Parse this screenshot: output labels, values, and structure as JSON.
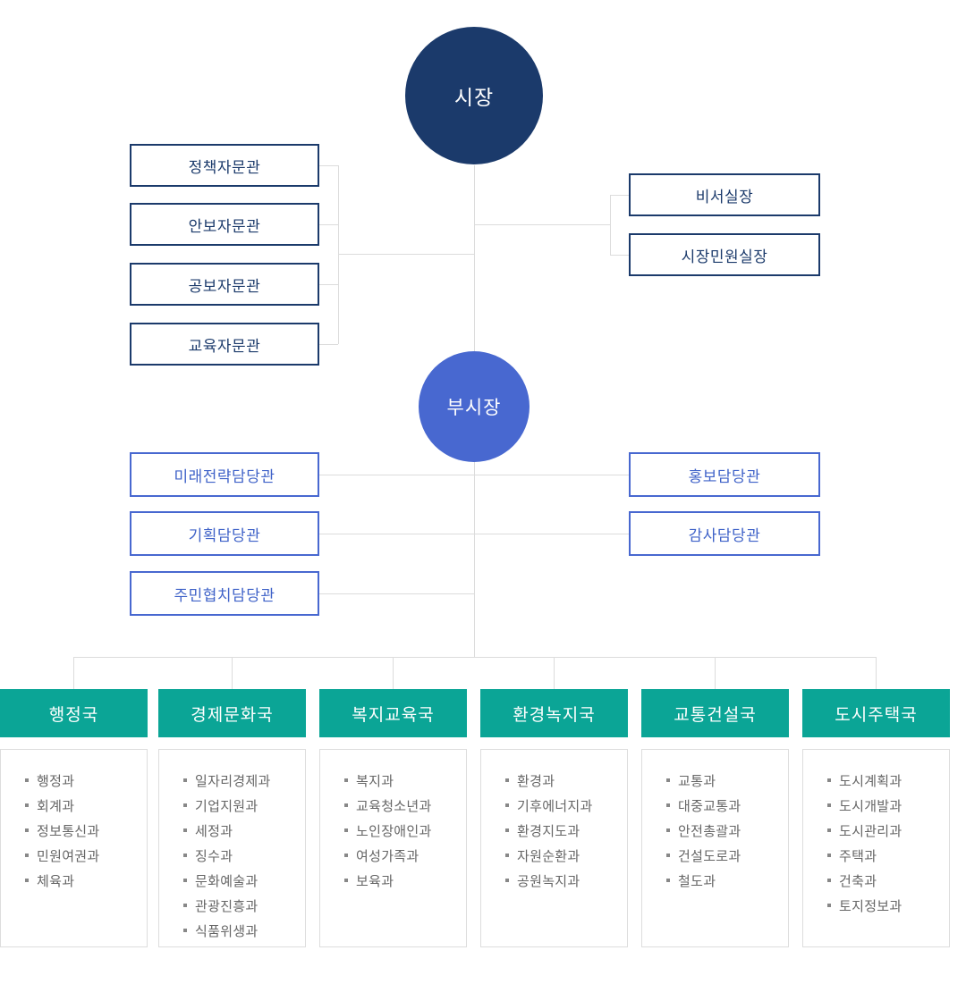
{
  "chart": {
    "mayor_label": "시장",
    "deputy_mayor_label": "부시장",
    "mayor_left": [
      "정책자문관",
      "안보자문관",
      "공보자문관",
      "교육자문관"
    ],
    "mayor_right": [
      "비서실장",
      "시장민원실장"
    ],
    "deputy_left": [
      "미래전략담당관",
      "기획담당관",
      "주민협치담당관"
    ],
    "deputy_right": [
      "홍보담당관",
      "감사담당관"
    ],
    "departments": [
      {
        "name": "행정국",
        "divisions": [
          "행정과",
          "회계과",
          "정보통신과",
          "민원여권과",
          "체육과"
        ]
      },
      {
        "name": "경제문화국",
        "divisions": [
          "일자리경제과",
          "기업지원과",
          "세정과",
          "징수과",
          "문화예술과",
          "관광진흥과",
          "식품위생과"
        ]
      },
      {
        "name": "복지교육국",
        "divisions": [
          "복지과",
          "교육청소년과",
          "노인장애인과",
          "여성가족과",
          "보육과"
        ]
      },
      {
        "name": "환경녹지국",
        "divisions": [
          "환경과",
          "기후에너지과",
          "환경지도과",
          "자원순환과",
          "공원녹지과"
        ]
      },
      {
        "name": "교통건설국",
        "divisions": [
          "교통과",
          "대중교통과",
          "안전총괄과",
          "건설도로과",
          "철도과"
        ]
      },
      {
        "name": "도시주택국",
        "divisions": [
          "도시계획과",
          "도시개발과",
          "도시관리과",
          "주택과",
          "건축과",
          "토지정보과"
        ]
      }
    ],
    "colors": {
      "navy": "#1b3a6b",
      "blue": "#4868d0",
      "teal": "#0ba596",
      "line": "#dcdcdc"
    }
  }
}
